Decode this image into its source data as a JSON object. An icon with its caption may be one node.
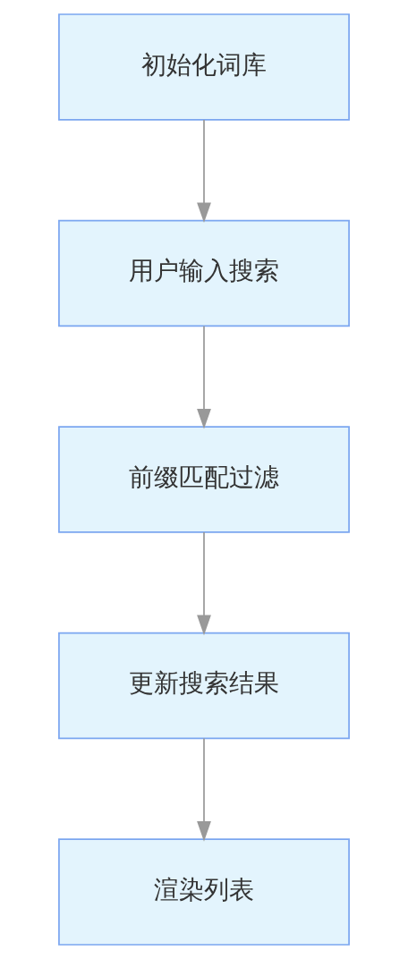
{
  "diagram": {
    "nodes": [
      {
        "text": [
          "初始化词库"
        ]
      },
      {
        "text": [
          "用户输入搜索"
        ]
      },
      {
        "text": [
          "前缀匹配过滤"
        ]
      },
      {
        "text": [
          "更新搜索结果"
        ]
      },
      {
        "text": [
          "渲染列表"
        ]
      }
    ],
    "edges": [
      {
        "from": 0,
        "to": 1,
        "arrow": "to"
      },
      {
        "from": 1,
        "to": 2,
        "arrow": "to"
      },
      {
        "from": 2,
        "to": 3,
        "arrow": "to"
      },
      {
        "from": 3,
        "to": 4,
        "arrow": "to"
      }
    ]
  }
}
